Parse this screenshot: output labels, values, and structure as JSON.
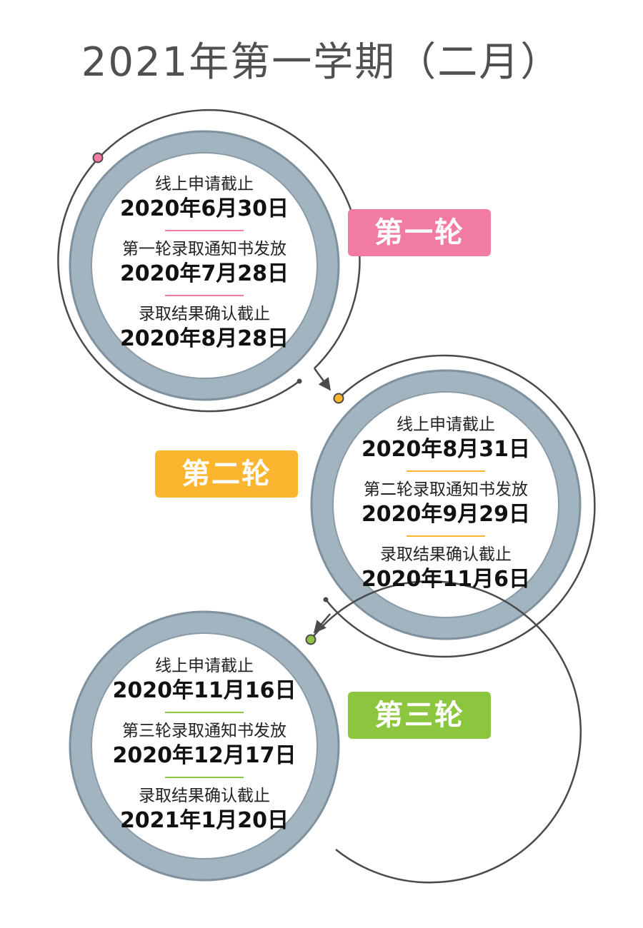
{
  "title": "2021年第一学期（二月）",
  "rounds": [
    {
      "badge": "第一轮",
      "color": "#f27ba3",
      "items": [
        {
          "label": "线上申请截止",
          "date": "2020年6月30日"
        },
        {
          "label": "第一轮录取通知书发放",
          "date": "2020年7月28日"
        },
        {
          "label": "录取结果确认截止",
          "date": "2020年8月28日"
        }
      ]
    },
    {
      "badge": "第二轮",
      "color": "#fbb52e",
      "items": [
        {
          "label": "线上申请截止",
          "date": "2020年8月31日"
        },
        {
          "label": "第二轮录取通知书发放",
          "date": "2020年9月29日"
        },
        {
          "label": "录取结果确认截止",
          "date": "2020年11月6日"
        }
      ]
    },
    {
      "badge": "第三轮",
      "color": "#8cc63f",
      "items": [
        {
          "label": "线上申请截止",
          "date": "2020年11月16日"
        },
        {
          "label": "第三轮录取通知书发放",
          "date": "2020年12月17日"
        },
        {
          "label": "录取结果确认截止",
          "date": "2021年1月20日"
        }
      ]
    }
  ],
  "colors": {
    "ring": "#a3b4c1",
    "ring_shadow": "#7f919e",
    "outline": "#4a4a4a",
    "title_text": "#505050"
  }
}
